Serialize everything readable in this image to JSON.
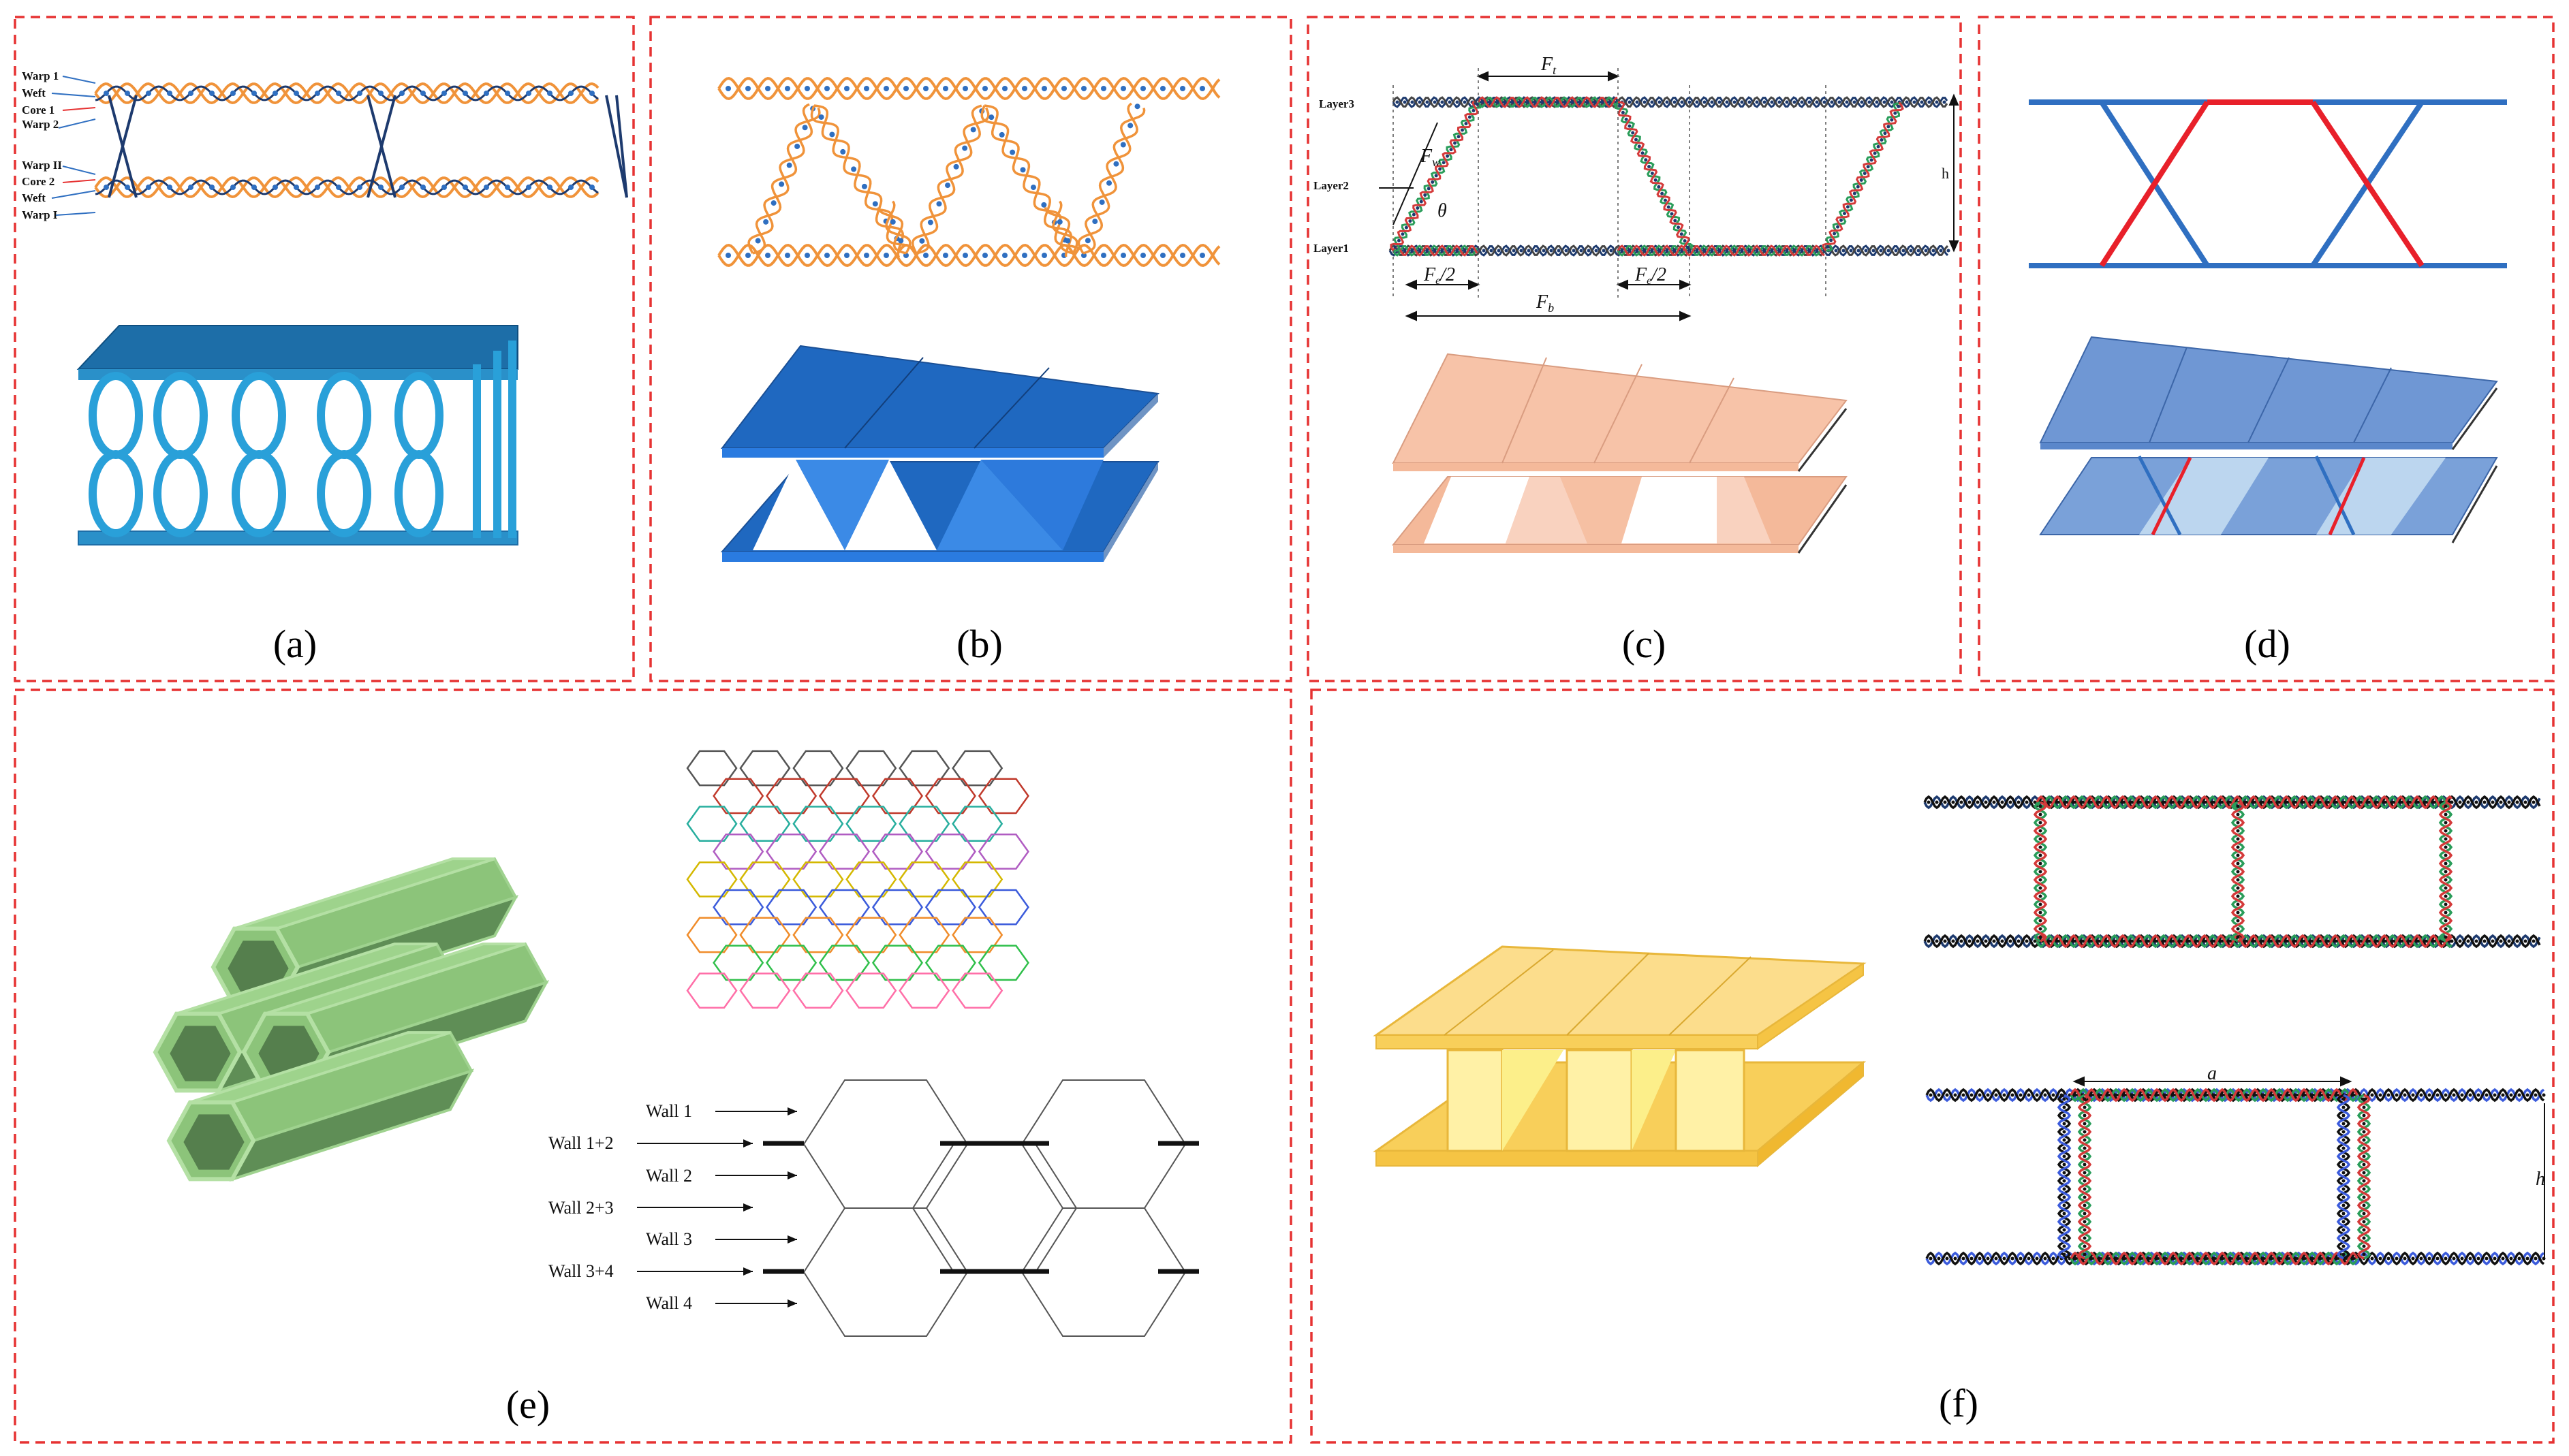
{
  "panels": {
    "a": {
      "caption": "(a)",
      "labels": [
        "Warp 1",
        "Weft",
        "Core 1",
        "Warp 2",
        "Warp II",
        "Core 2",
        "Weft",
        "Warp I"
      ]
    },
    "b": {
      "caption": "(b)"
    },
    "c": {
      "caption": "(c)",
      "labels": {
        "layer3": "Layer3",
        "layer2": "Layer2",
        "layer1": "Layer1",
        "ft": "F",
        "ft_sub": "t",
        "fw": "F",
        "fw_sub": "w",
        "theta": "θ",
        "h": "h",
        "fe_left": "F",
        "fe_left_sub": "e",
        "fe_left_tail": "/2",
        "fe_right": "F",
        "fe_right_sub": "e",
        "fe_right_tail": "/2",
        "fb": "F",
        "fb_sub": "b"
      }
    },
    "d": {
      "caption": "(d)"
    },
    "e": {
      "caption": "(e)",
      "walls": [
        "Wall 1",
        "Wall 1+2",
        "Wall 2",
        "Wall 2+3",
        "Wall 3",
        "Wall 3+4",
        "Wall 4"
      ]
    },
    "f": {
      "caption": "(f)",
      "labels": {
        "a": "a",
        "h": "h"
      }
    }
  },
  "colors": {
    "frame": "#e63232",
    "orange_yarn": "#f0933a",
    "navy_yarn": "#1d3a6e",
    "dot_blue": "#2f6fc1",
    "panel_a_blue": "#2a90c9",
    "panel_b_blue": "#1f68c0",
    "panel_c_peach": "#f4b99a",
    "panel_d_blue": "#6f97d4",
    "panel_d_red": "#e8202a",
    "panel_e_green": "#8cc47a",
    "panel_f_yellow": "#f8cf5a"
  }
}
